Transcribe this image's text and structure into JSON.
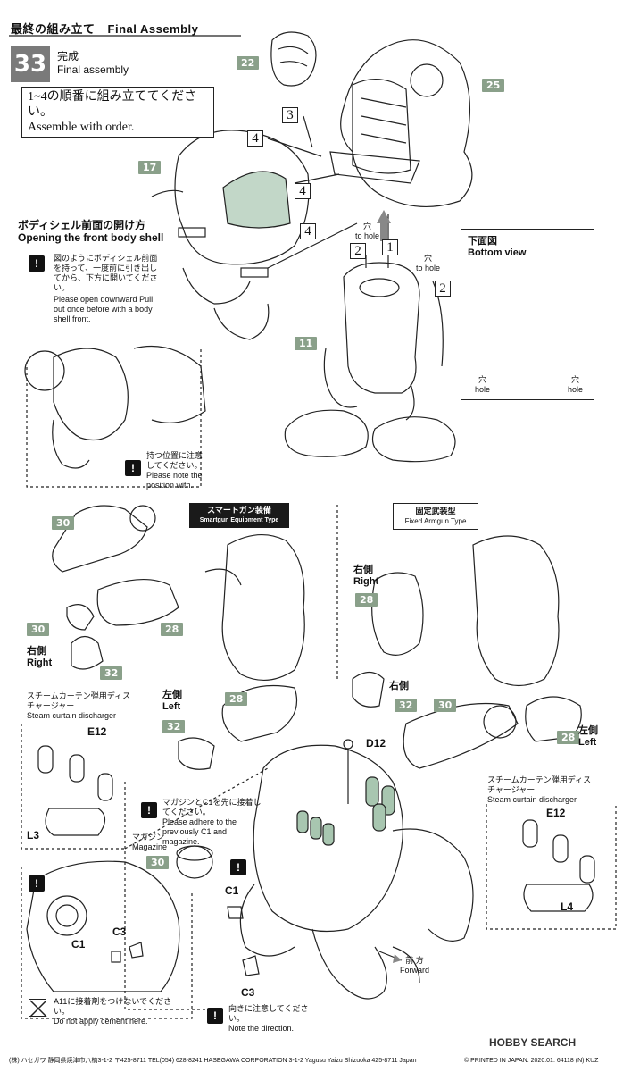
{
  "header": {
    "title_jp": "最終の組み立て",
    "title_en": "Final Assembly"
  },
  "step": {
    "number": "33",
    "caption_jp": "完成",
    "caption_en": "Final assembly"
  },
  "order_note": {
    "jp": "1~4の順番に組み立ててください。",
    "en": "Assemble with order."
  },
  "parts": {
    "p22": "22",
    "p25": "25",
    "p17": "17",
    "p11": "11",
    "p30a": "30",
    "p30b": "30",
    "p28a": "28",
    "p32a": "32",
    "p28b": "28",
    "p32b": "32",
    "p28c": "28",
    "p32c": "32",
    "p30c": "30",
    "p28d": "28",
    "p30d": "30"
  },
  "steps": {
    "s1": "1",
    "s2a": "2",
    "s2b": "2",
    "s3": "3",
    "s4a": "4",
    "s4b": "4",
    "s4c": "4"
  },
  "hole_labels": {
    "top_jp": "穴",
    "top_en": "to hole",
    "right_jp": "穴",
    "right_en": "to hole"
  },
  "front_shell": {
    "title_jp": "ボディシェル前面の開け方",
    "title_en": "Opening the front body shell",
    "instr_jp": "図のようにボディシェル前面を持って、一度前に引き出してから、下方に開いてください。",
    "instr_en": "Please open downward Pull out once before with a body shell front.",
    "note_jp": "持つ位置に注意してください。",
    "note_en": "Please note the position with."
  },
  "bottom_view": {
    "title_jp": "下面図",
    "title_en": "Bottom view",
    "hole_left_jp": "穴",
    "hole_left_en": "hole",
    "hole_right_jp": "穴",
    "hole_right_en": "hole"
  },
  "smartgun": {
    "label_jp": "スマートガン装備",
    "label_en": "Smartgun Equipment Type",
    "right_jp": "右側",
    "right_en": "Right",
    "left_jp": "左側",
    "left_en": "Left"
  },
  "fixed": {
    "label_jp": "固定武装型",
    "label_en": "Fixed Armgun Type",
    "right_jp": "右側",
    "right_en": "Right",
    "left_jp": "左側",
    "left_en": "Left"
  },
  "steam_left": {
    "jp": "スチームカーテン弾用ディスチャージャー",
    "en": "Steam curtain discharger",
    "part_e": "E12",
    "part_l": "L3"
  },
  "steam_right": {
    "jp": "スチームカーテン弾用ディスチャージャー",
    "en": "Steam curtain discharger",
    "part_e": "E12",
    "part_l": "L4"
  },
  "d12": "D12",
  "magazine": {
    "note_jp": "マガジンとC1を先に接着してください。",
    "note_en": "Please adhere to the previously C1 and magazine.",
    "label_jp": "マガジン",
    "label_en": "Magazine",
    "c1": "C1",
    "c3": "C3",
    "dir_jp": "向きに注意してください。",
    "dir_en": "Note the direction.",
    "forward_jp": "前 方",
    "forward_en": "Forward"
  },
  "detail": {
    "c1": "C1",
    "c3": "C3",
    "cement_jp": "A11に接着剤をつけないでください。",
    "cement_en": "Do not apply cement here."
  },
  "footer": {
    "left": "(株) ハセガワ 静岡県焼津市八楠3-1-2 〒425-8711 TEL(054) 628-8241 HASEGAWA CORPORATION 3-1-2 Yagusu Yaizu Shizuoka 425-8711 Japan",
    "right": "© PRINTED IN JAPAN. 2020.01. 64118 (N) KUZ",
    "watermark": "HOBBY SEARCH"
  },
  "colors": {
    "part_tag": "#8aa08a",
    "step_badge": "#7a7a7a",
    "accent_green": "#a8c6b0",
    "dark_fill": "#1a1a1a"
  }
}
